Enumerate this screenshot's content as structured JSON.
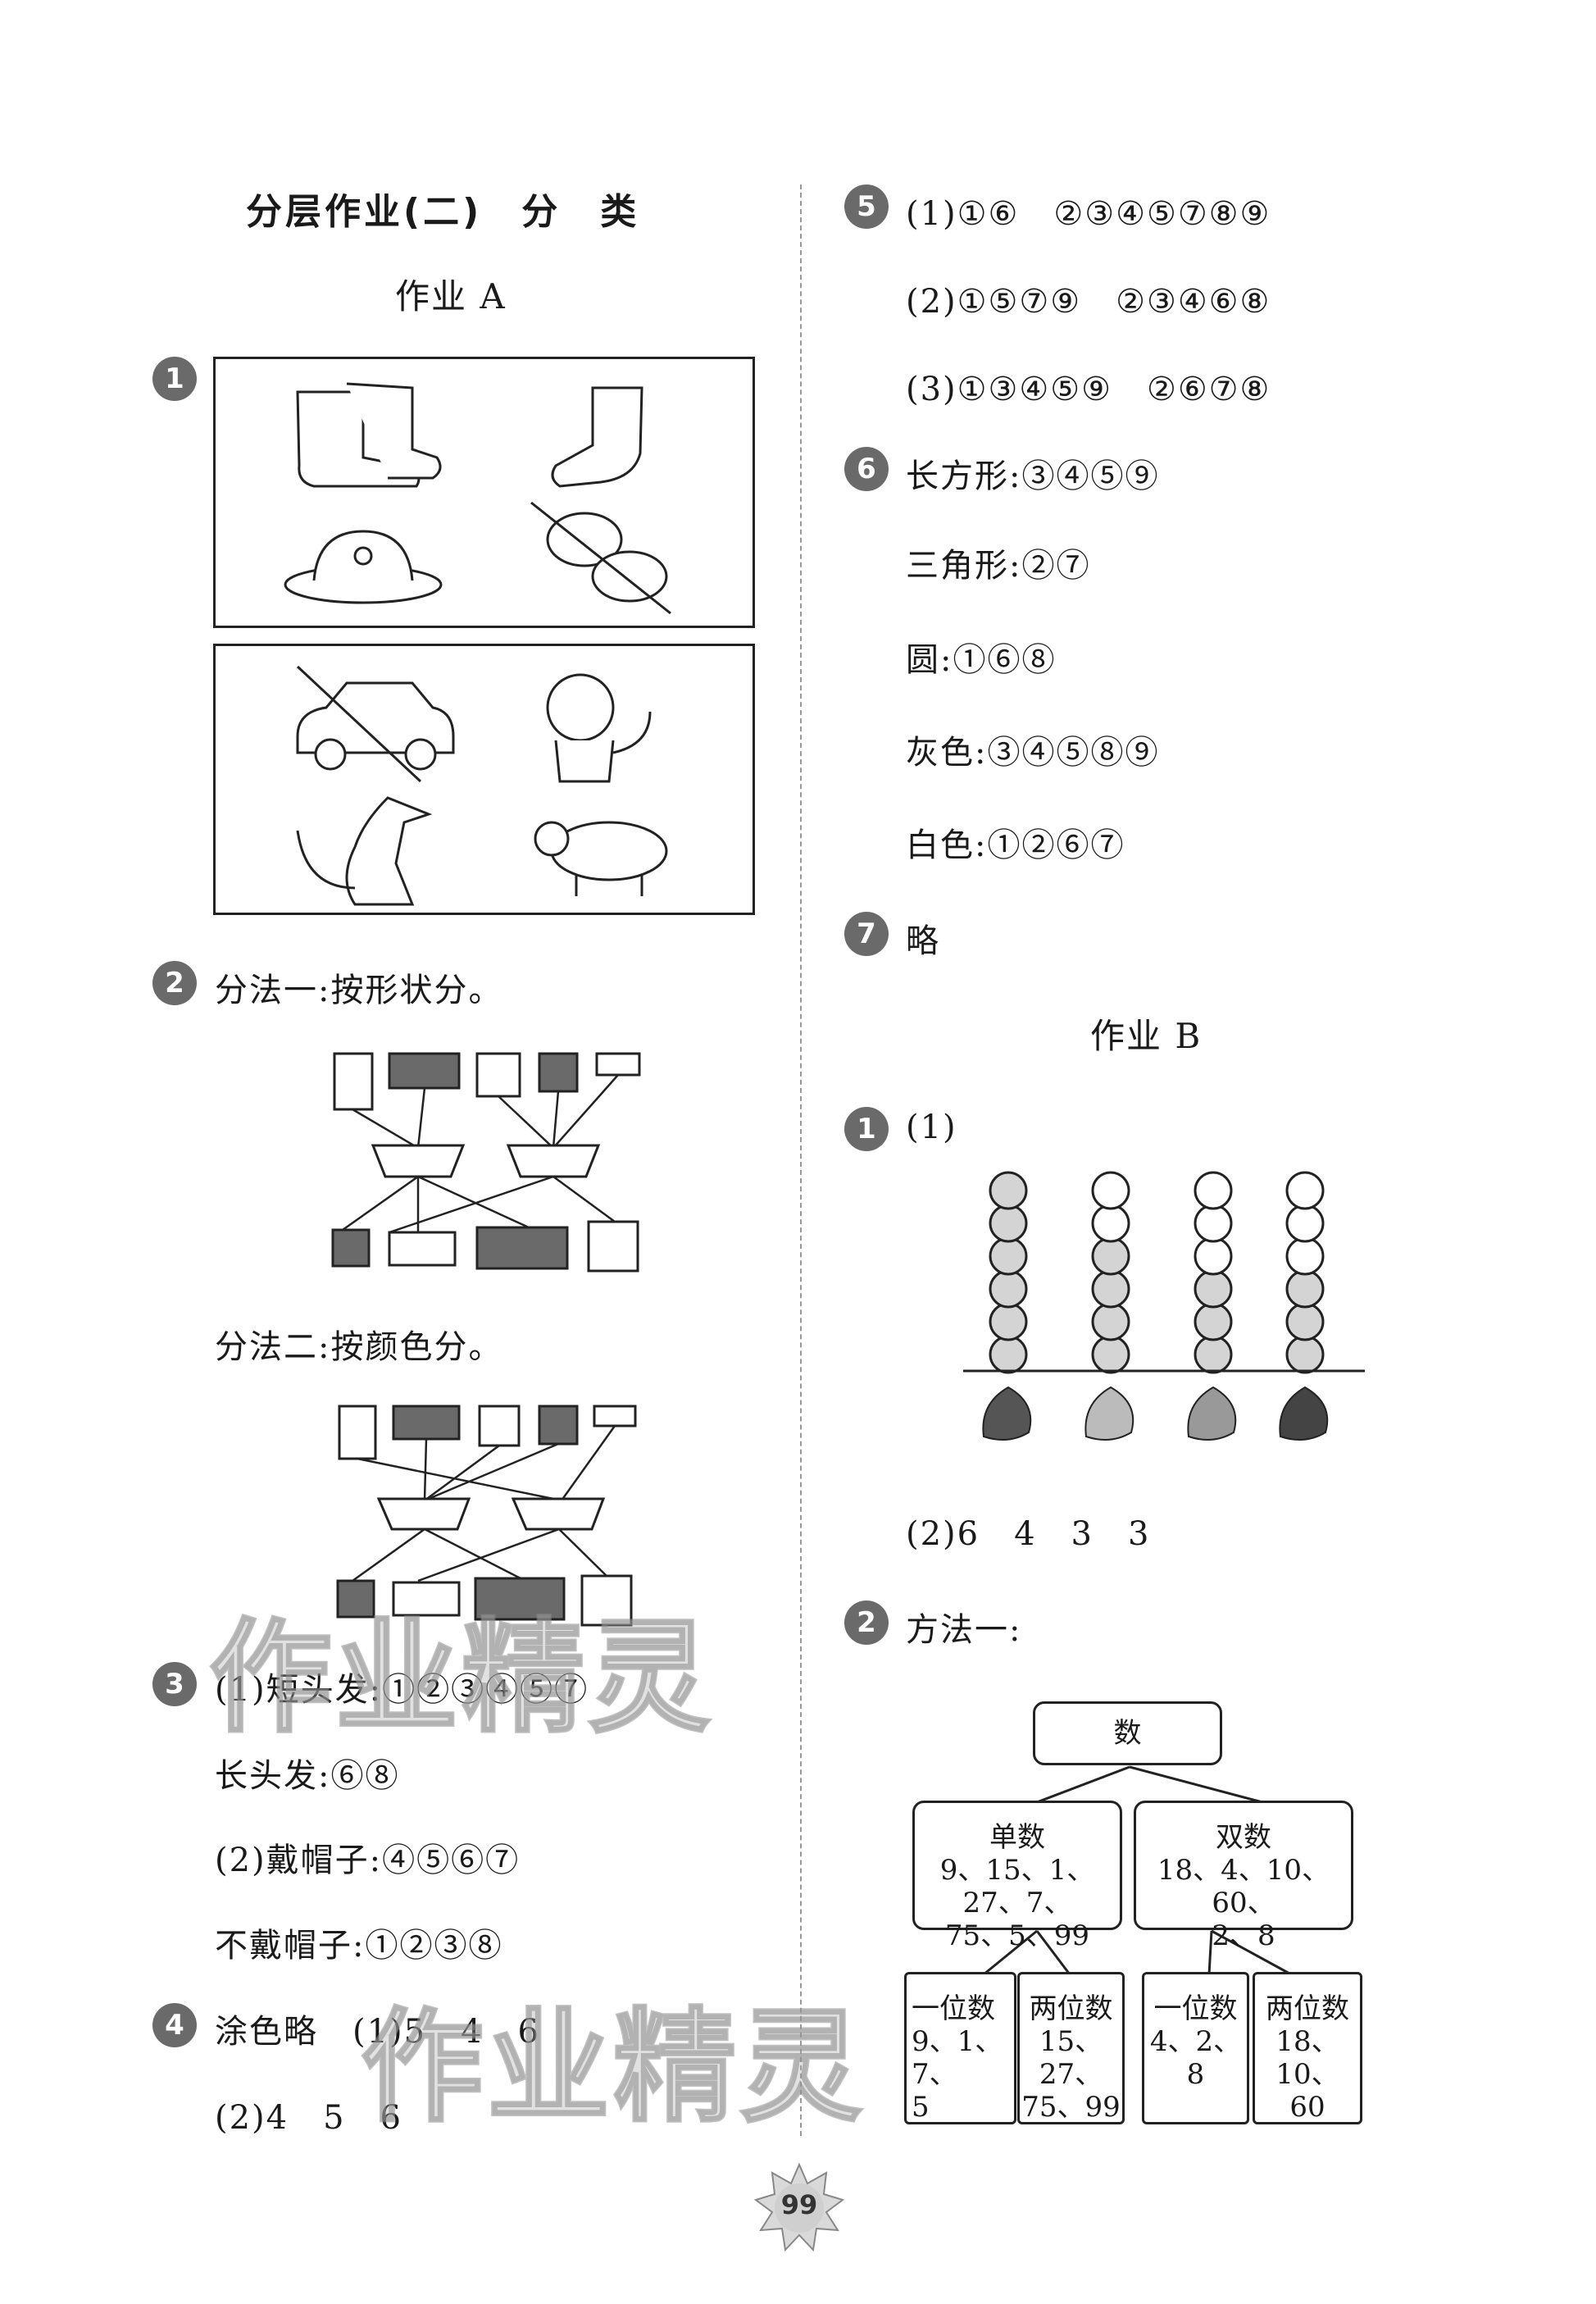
{
  "header": {
    "title": "分层作业(二)　分　类",
    "section_a": "作业 A",
    "section_b": "作业 B"
  },
  "left": {
    "q1": {
      "badge": "1"
    },
    "q2": {
      "badge": "2",
      "method1": "分法一:按形状分。",
      "method2": "分法二:按颜色分。"
    },
    "q3": {
      "badge": "3",
      "line1": "(1)短头发:①②③④⑤⑦",
      "line2": "长头发:⑥⑧",
      "line3": "(2)戴帽子:④⑤⑥⑦",
      "line4": "不戴帽子:①②③⑧"
    },
    "q4": {
      "badge": "4",
      "line1": "涂色略　(1)5　4　6",
      "line2": "(2)4　5　6"
    }
  },
  "right": {
    "q5": {
      "badge": "5",
      "line1": "(1)①⑥　②③④⑤⑦⑧⑨",
      "line2": "(2)①⑤⑦⑨　②③④⑥⑧",
      "line3": "(3)①③④⑤⑨　②⑥⑦⑧"
    },
    "q6": {
      "badge": "6",
      "line1": "长方形:③④⑤⑨",
      "line2": "三角形:②⑦",
      "line3": "圆:①⑥⑧",
      "line4": "灰色:③④⑤⑧⑨",
      "line5": "白色:①②⑥⑦"
    },
    "q7": {
      "badge": "7",
      "text": "略"
    },
    "b1": {
      "badge": "1",
      "part1": "(1)",
      "part2": "(2)6　4　3　3",
      "columns_filled": [
        6,
        4,
        3,
        3
      ],
      "rows": 6
    },
    "b2": {
      "badge": "2",
      "label": "方法一:",
      "tree": {
        "root": "数",
        "odd": {
          "title": "单数",
          "line1": "9、15、1、27、7、",
          "line2": "75、5、99"
        },
        "even": {
          "title": "双数",
          "line1": "18、4、10、60、",
          "line2": "2、8"
        },
        "odd_one": {
          "title": "一位数",
          "line1": "9、1、7、",
          "line2": "5"
        },
        "odd_two": {
          "title": "两位数",
          "line1": "15、27、",
          "line2": "75、99"
        },
        "even_one": {
          "title": "一位数",
          "line1": "4、2、",
          "line2": "8"
        },
        "even_two": {
          "title": "两位数",
          "line1": "18、10、",
          "line2": "60"
        }
      }
    }
  },
  "footer": {
    "page_number": "99"
  },
  "watermark": {
    "text": "作业精灵"
  },
  "colors": {
    "dark_gray": "#6a6a6a",
    "light_gray": "#d4d4d4",
    "ink": "#1a1a1a"
  }
}
